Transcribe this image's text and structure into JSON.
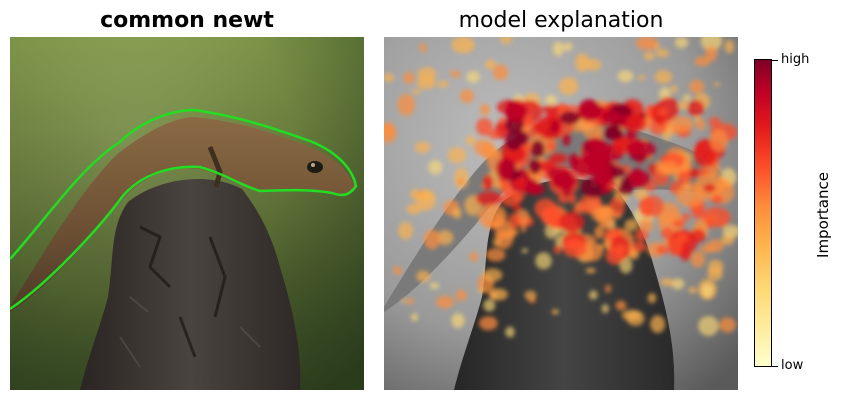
{
  "panels": {
    "left_title": "common newt",
    "right_title": "model explanation"
  },
  "colorbar": {
    "label": "Importance",
    "high_label": "high",
    "low_label": "low",
    "colormap": [
      "#ffffcc",
      "#ffeda0",
      "#fed976",
      "#feb24c",
      "#fd8d3c",
      "#fc4e2a",
      "#e31a1c",
      "#bd0026",
      "#800026"
    ]
  },
  "colors": {
    "outline": "#22dd22",
    "background_green": "#7f9a45"
  }
}
